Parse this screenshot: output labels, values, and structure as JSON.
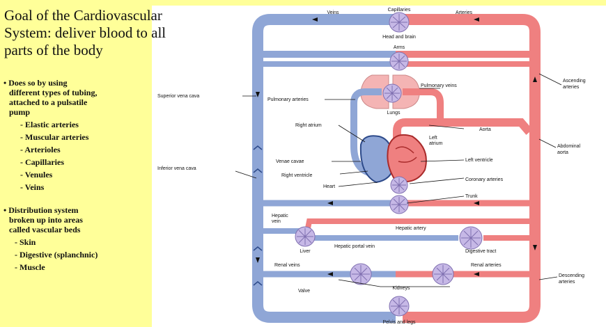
{
  "slide": {
    "title_lines": [
      "Goal of the Cardiovascular",
      "System:  deliver blood to all",
      "parts of the body"
    ],
    "bullet1_lines": [
      "• Does so by using",
      "different types of tubing,",
      "attached to a pulsatile",
      "pump"
    ],
    "vessel_types": [
      "- Elastic arteries",
      "- Muscular arteries",
      "- Arterioles",
      "- Capillaries",
      "- Venules",
      "- Veins"
    ],
    "bullet2_lines": [
      "• Distribution system",
      "broken up into areas",
      "called vascular beds"
    ],
    "vascular_beds": [
      "- Skin",
      "- Digestive (splanchnic)",
      "- Muscle"
    ]
  },
  "diagram": {
    "colors": {
      "vein": "#8fa6d6",
      "artery": "#ef8080",
      "organ": "#f4b4b4",
      "capillary": "#c6b8e6",
      "background": "#ffff99"
    },
    "labels": {
      "veins": "Veins",
      "capillaries": "Capillaries",
      "arteries": "Arteries",
      "head_brain": "Head and brain",
      "arms": "Arms",
      "superior_vena_cava": "Superior vena cava",
      "pulmonary_veins": "Pulmonary veins",
      "ascending_arteries": [
        "Ascending",
        "arteries"
      ],
      "pulmonary_arteries": "Pulmonary arteries",
      "lungs": "Lungs",
      "right_atrium": "Right atrium",
      "aorta": "Aorta",
      "left_atrium": [
        "Left",
        "atrium"
      ],
      "abdominal_aorta": [
        "Abdominal",
        "aorta"
      ],
      "inferior_vena_cava": "Inferior vena cava",
      "venae_cavae": "Venae cavae",
      "left_ventricle": "Left ventricle",
      "right_ventricle": "Right ventricle",
      "heart": "Heart",
      "coronary_arteries": "Coronary arteries",
      "trunk": "Trunk",
      "hepatic_vein": [
        "Hepatic",
        "vein"
      ],
      "hepatic_artery": "Hepatic artery",
      "liver": "Liver",
      "hepatic_portal_vein": "Hepatic portal vein",
      "digestive_tract": "Digestive tract",
      "renal_veins": "Renal veins",
      "renal_arteries": "Renal arteries",
      "descending_arteries": [
        "Descending",
        "arteries"
      ],
      "valve": "Valve",
      "kidneys": "Kidneys",
      "pelvis_legs": "Pelvis and legs"
    }
  }
}
